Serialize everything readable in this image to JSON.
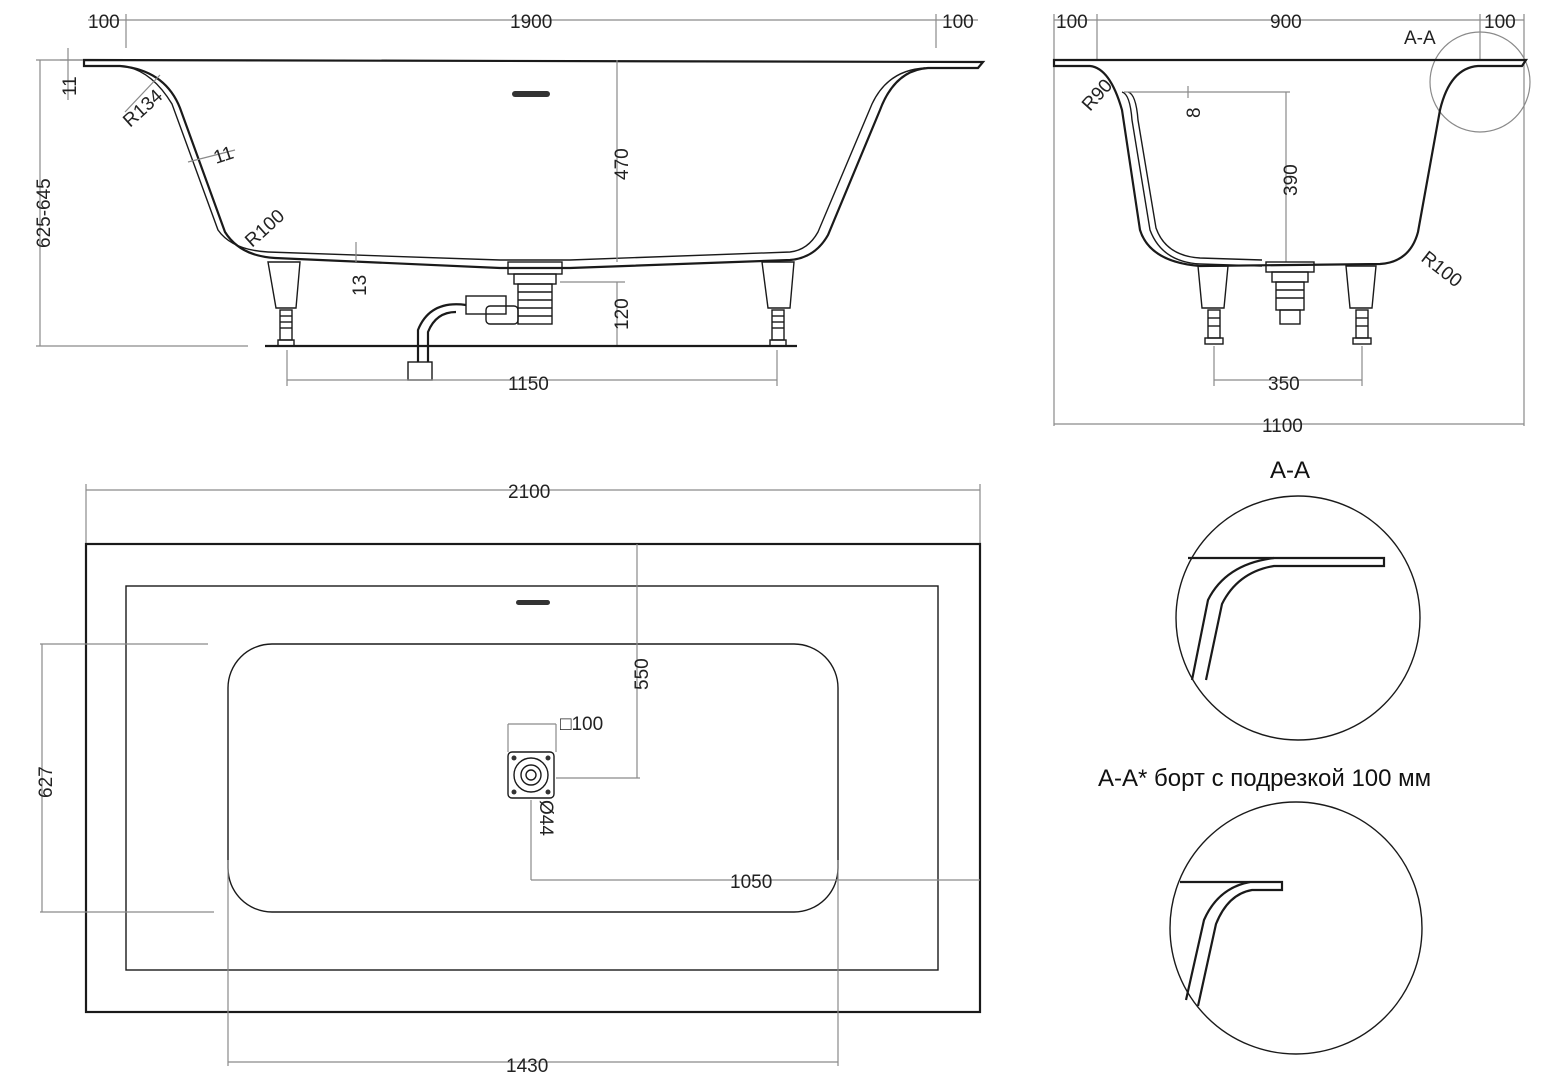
{
  "side_view": {
    "top_left_ext": "100",
    "top_length": "1900",
    "top_right_ext": "100",
    "rim_thickness": "11",
    "height_range": "625-645",
    "radius_top": "R134",
    "wall_thickness": "11",
    "radius_bottom": "R100",
    "depth": "470",
    "bottom_thickness": "13",
    "drain_height": "120",
    "legs_spacing": "1150"
  },
  "end_view": {
    "left_ext": "100",
    "inner_width": "900",
    "right_ext": "100",
    "section_mark": "A-A",
    "radius_top": "R90",
    "rim_offset": "8",
    "depth": "390",
    "radius_bottom": "R100",
    "legs_spacing": "350",
    "total_width": "1100"
  },
  "plan_view": {
    "total_length": "2100",
    "drain_offset_y": "550",
    "drain_square": "□100",
    "drain_diameter": "Ø44",
    "inner_width": "627",
    "drain_offset_x": "1050",
    "inner_length": "1430"
  },
  "detail_1": {
    "title": "A-A"
  },
  "detail_2": {
    "title": "A-A* борт с подрезкой 100 мм"
  }
}
